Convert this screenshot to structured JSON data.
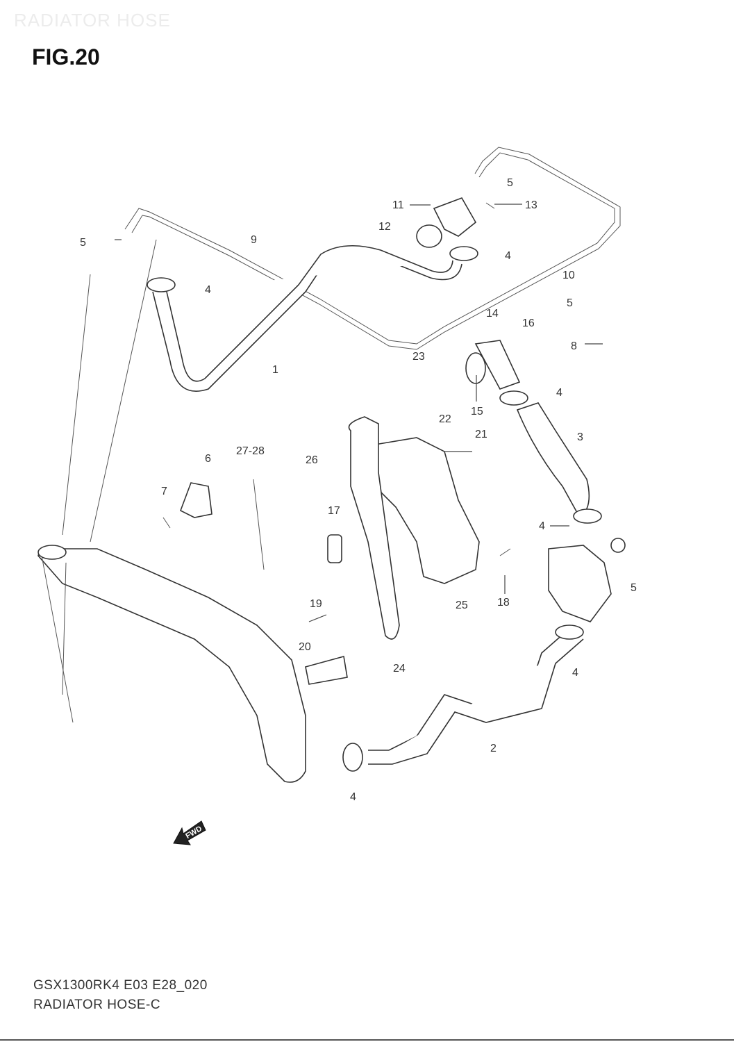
{
  "header": {
    "watermark": "RADIATOR HOSE",
    "figure": "FIG.20"
  },
  "footer": {
    "code": "GSX1300RK4 E03 E28_020",
    "name": "RADIATOR HOSE-C"
  },
  "direction_badge": "FWD",
  "callouts": [
    "1",
    "2",
    "3",
    "4",
    "4",
    "4",
    "4",
    "4",
    "4",
    "4",
    "5",
    "5",
    "5",
    "5",
    "5",
    "6",
    "7",
    "8",
    "9",
    "10",
    "11",
    "12",
    "13",
    "14",
    "15",
    "16",
    "17",
    "18",
    "19",
    "20",
    "21",
    "22",
    "23",
    "24",
    "25",
    "26",
    "27-28"
  ]
}
